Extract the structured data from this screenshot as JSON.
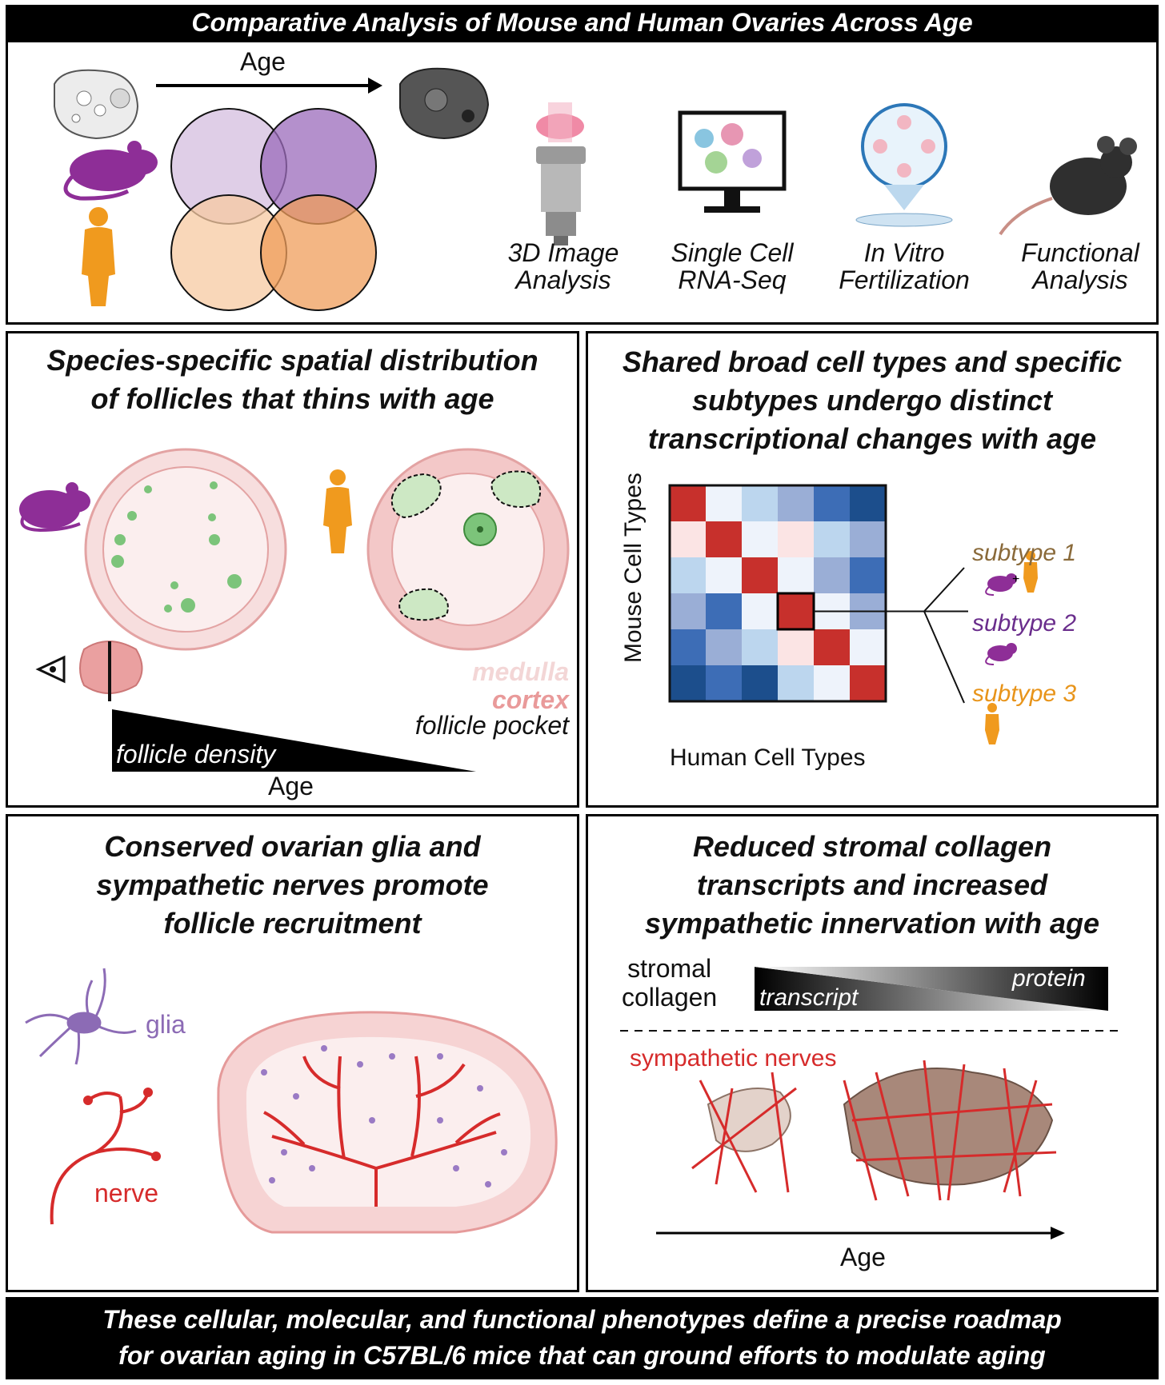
{
  "header_title": "Comparative Analysis of Mouse and Human Ovaries Across Age",
  "top_panel": {
    "age_label": "Age",
    "methods": [
      {
        "line1": "3D Image",
        "line2": "Analysis",
        "icon": "microscope-icon"
      },
      {
        "line1": "Single Cell",
        "line2": "RNA-Seq",
        "icon": "monitor-icon"
      },
      {
        "line1": "In Vitro",
        "line2": "Fertilization",
        "icon": "petri-dish-icon"
      },
      {
        "line1": "Functional",
        "line2": "Analysis",
        "icon": "mouse-icon"
      }
    ]
  },
  "panel_follicles": {
    "title_line1": "Species-specific spatial distribution",
    "title_line2": "of follicles that thins with age",
    "legend_medulla": "medulla",
    "legend_cortex": "cortex",
    "legend_pocket": "follicle pocket",
    "density_label": "follicle density",
    "age_label": "Age",
    "colors": {
      "medulla": "#f3d6d6",
      "cortex": "#e99a9a",
      "follicle": "#7cc47a"
    }
  },
  "panel_celltypes": {
    "title_line1": "Shared broad cell types and specific",
    "title_line2": "subtypes undergo distinct",
    "title_line3": "transcriptional changes with age",
    "y_axis_label": "Mouse Cell Types",
    "x_axis_label": "Human Cell Types",
    "subtypes": [
      {
        "label": "subtype 1",
        "color": "#8a6a3a",
        "species": "mouse + human"
      },
      {
        "label": "subtype 2",
        "color": "#6a2d8c",
        "species": "mouse"
      },
      {
        "label": "subtype 3",
        "color": "#e8941a",
        "species": "human"
      }
    ],
    "heatmap": [
      [
        5,
        1,
        2,
        3,
        4,
        5
      ],
      [
        0,
        5,
        1,
        0,
        2,
        3
      ],
      [
        2,
        1,
        5,
        1,
        3,
        4
      ],
      [
        3,
        4,
        1,
        5,
        1,
        3
      ],
      [
        4,
        3,
        2,
        0,
        5,
        1
      ],
      [
        5,
        4,
        5,
        2,
        1,
        5
      ]
    ],
    "heatmap_colors": [
      "#fbe4e4",
      "#eef3fb",
      "#bcd6ee",
      "#9aaed6",
      "#3d6db6",
      "#1c4e8c"
    ],
    "diagonal_color": "#c7302c"
  },
  "panel_glia": {
    "title_line1": "Conserved ovarian glia and",
    "title_line2": "sympathetic nerves promote",
    "title_line3": "follicle recruitment",
    "glia_label": "glia",
    "nerve_label": "nerve",
    "colors": {
      "glia": "#8c6bb5",
      "nerve": "#d62b2b"
    }
  },
  "panel_collagen": {
    "title_line1": "Reduced stromal collagen",
    "title_line2": "transcripts and increased",
    "title_line3": "sympathetic innervation with age",
    "stromal_line1": "stromal",
    "stromal_line2": "collagen",
    "transcript_label": "transcript",
    "protein_label": "protein",
    "sympathetic_label": "sympathetic nerves",
    "age_label": "Age",
    "colors": {
      "nerve": "#d62b2b",
      "collagen": "#b89c8c"
    }
  },
  "footer_line1": "These cellular, molecular, and functional phenotypes define a precise roadmap",
  "footer_line2": "for ovarian aging in C57BL/6 mice that can ground efforts to modulate aging"
}
